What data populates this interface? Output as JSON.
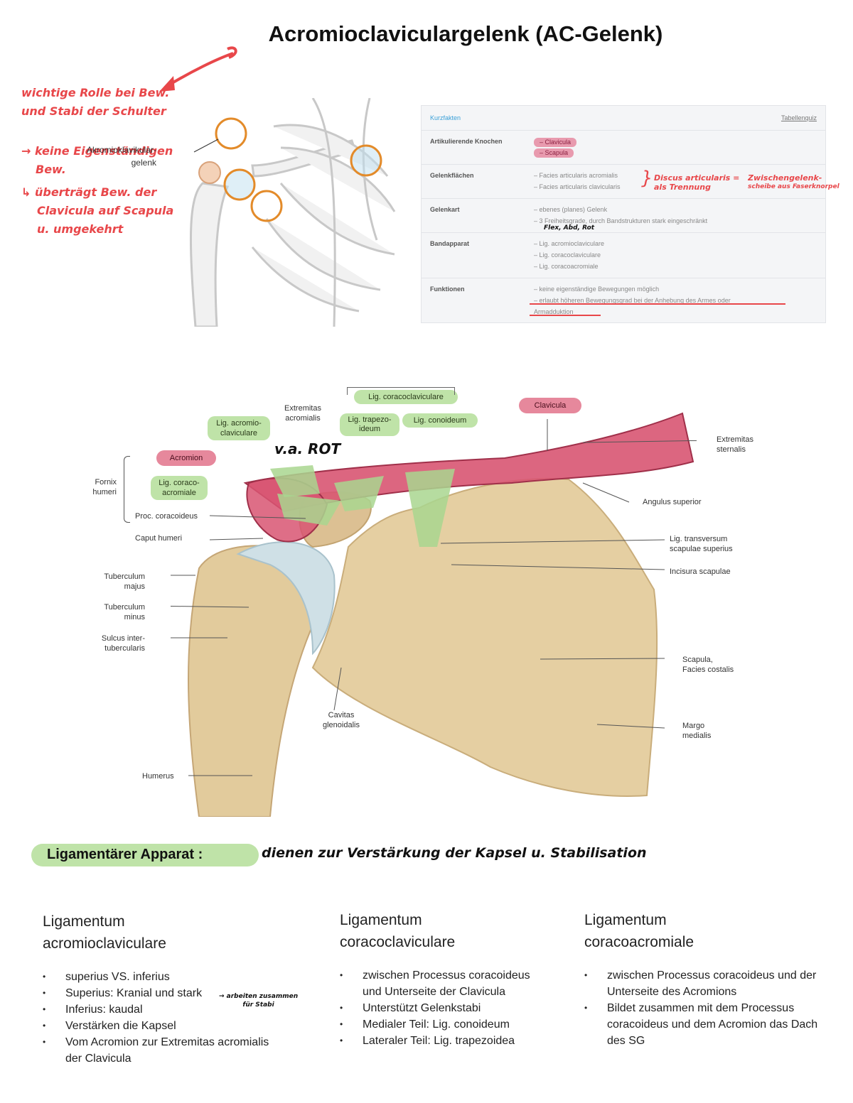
{
  "title": "Acromioclaviculargelenk (AC-Gelenk)",
  "notes_left": [
    "wichtige Rolle bei Bew.",
    "und Stabi der Schulter",
    "→ keine Eigenständigen",
    "Bew.",
    "↳ überträgt Bew. der",
    "Clavicula auf Scapula",
    "u. umgekehrt"
  ],
  "small_figure": {
    "label": "Akromioklavikular-\ngelenk"
  },
  "facts": {
    "header": "Kurzfakten",
    "quiz_link": "Tabellenquiz",
    "rows": [
      {
        "key": "Artikulierende Knochen",
        "pills": [
          "– Clavicula",
          "– Scapula"
        ]
      },
      {
        "key": "Gelenkflächen",
        "values": [
          "– Facies articularis acromialis",
          "– Facies articularis clavicularis"
        ]
      },
      {
        "key": "Gelenkart",
        "values": [
          "– ebenes (planes) Gelenk",
          "– 3 Freiheitsgrade, durch Bandstrukturen stark eingeschränkt"
        ]
      },
      {
        "key": "Bandapparat",
        "values": [
          "– Lig. acromioclaviculare",
          "– Lig. coracoclaviculare",
          "– Lig. coracoacromiale"
        ]
      },
      {
        "key": "Funktionen",
        "values": [
          "– keine eigenständige Bewegungen möglich",
          "– erlaubt höheren Bewegungsgrad bei der Anhebung des Armes oder",
          "Armadduktion"
        ]
      }
    ],
    "annot_discus_1": "Discus articularis =",
    "annot_discus_2": "als Trennung",
    "annot_zwischen_1": "Zwischengelenk-",
    "annot_zwischen_2": "scheibe aus Faserknorpel",
    "annot_freedom": "Flex, Abd, Rot"
  },
  "anatomy": {
    "lig_coracoclaviculare": "Lig. coracoclaviculare",
    "lig_trapezoideum": "Lig. trapezo-\nideum",
    "lig_conoideum": "Lig. conoideum",
    "extremitas_acromialis": "Extremitas\nacromialis",
    "lig_acromioclaviculare": "Lig. acromio-\nclaviculare",
    "clavicula": "Clavicula",
    "extremitas_sternalis": "Extremitas\nsternalis",
    "va_rot": "v.a. ROT",
    "acromion": "Acromion",
    "fornix_humeri": "Fornix\nhumeri",
    "lig_coracoacromiale": "Lig. coraco-\nacromiale",
    "proc_coracoideus": "Proc. coracoideus",
    "caput_humeri": "Caput humeri",
    "angulus_superior": "Angulus superior",
    "lig_transversum": "Lig. transversum\nscapulae superius",
    "incisura_scapulae": "Incisura scapulae",
    "tuberculum_majus": "Tuberculum\nmajus",
    "tuberculum_minus": "Tuberculum\nminus",
    "sulcus": "Sulcus inter-\ntubercularis",
    "scapula_facies": "Scapula,\nFacies costalis",
    "cavitas": "Cavitas\nglenoidalis",
    "margo": "Margo\nmedialis",
    "humerus": "Humerus"
  },
  "section": {
    "heading": "Ligamentärer Apparat :",
    "note": "dienen zur Verstärkung der Kapsel u. Stabilisation"
  },
  "columns": [
    {
      "heading": "Ligamentum\nacromioclaviculare",
      "items": [
        "superius VS. inferius",
        "Superius: Kranial und stark",
        "Inferius: kaudal",
        "Verstärken die Kapsel",
        "Vom Acromion zur Extremitas acromialis der Clavicula"
      ],
      "annot": "→ arbeiten zusammen\nfür Stabi"
    },
    {
      "heading": "Ligamentum\ncoracoclaviculare",
      "items": [
        "zwischen Processus coracoideus und Unterseite der Clavicula",
        "Unterstützt Gelenkstabi",
        "Medialer Teil: Lig. conoideum",
        "Lateraler Teil: Lig. trapezoidea"
      ]
    },
    {
      "heading": "Ligamentum\ncoracoacromiale",
      "items": [
        "zwischen Processus coracoideus und der Unterseite des Acromions",
        "Bildet zusammen mit dem Processus coracoideus und dem Acromion das Dach des SG"
      ]
    }
  ],
  "colors": {
    "annotation_red": "#e8474a",
    "ligament_green": "#bfe3a8",
    "clavicle_red": "#e6889c",
    "bone": "#e5cfa2"
  }
}
